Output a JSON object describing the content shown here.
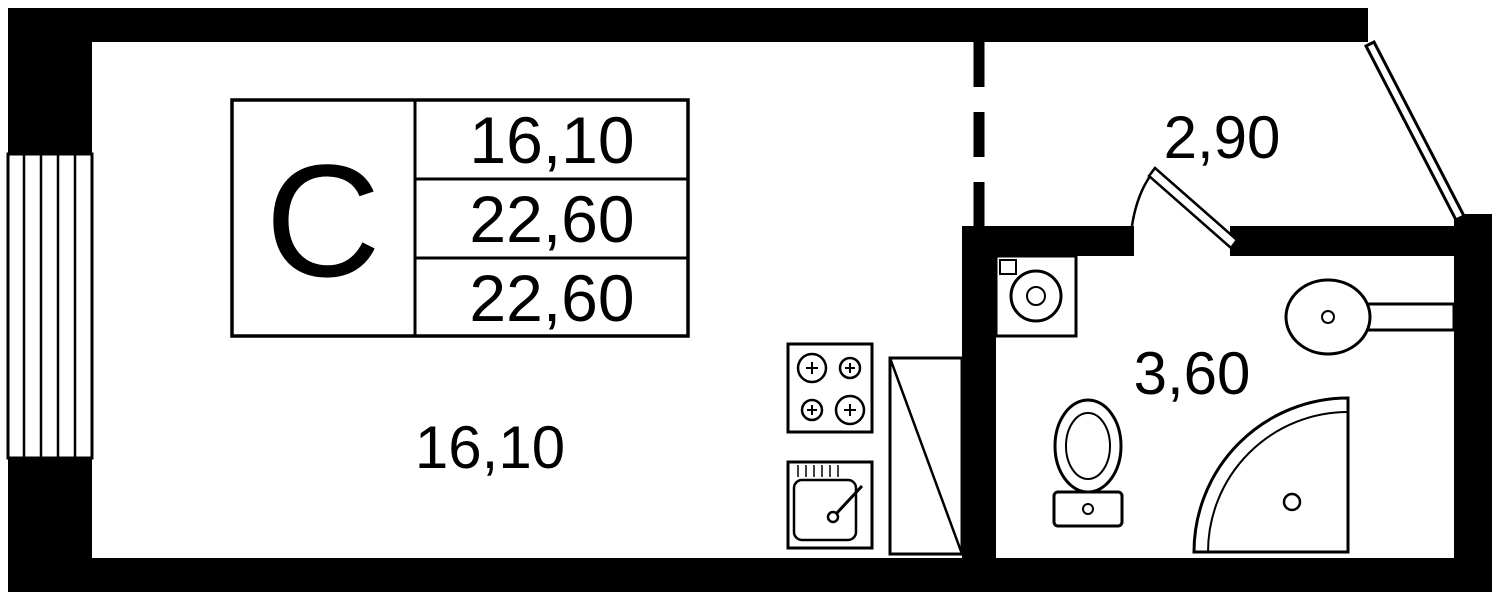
{
  "plan": {
    "legend": {
      "type_label": "С",
      "rows": [
        "16,10",
        "22,60",
        "22,60"
      ]
    },
    "rooms": {
      "living": {
        "area": "16,10"
      },
      "hall": {
        "area": "2,90"
      },
      "bathroom": {
        "area": "3,60"
      }
    },
    "colors": {
      "wall": "#000000",
      "floor": "#ffffff"
    },
    "fixtures": [
      "window",
      "entrance-door",
      "bathroom-door",
      "duct-shaft",
      "stove",
      "kitchen-sink",
      "washing-machine",
      "washbasin",
      "toilet",
      "shower-tray"
    ]
  }
}
